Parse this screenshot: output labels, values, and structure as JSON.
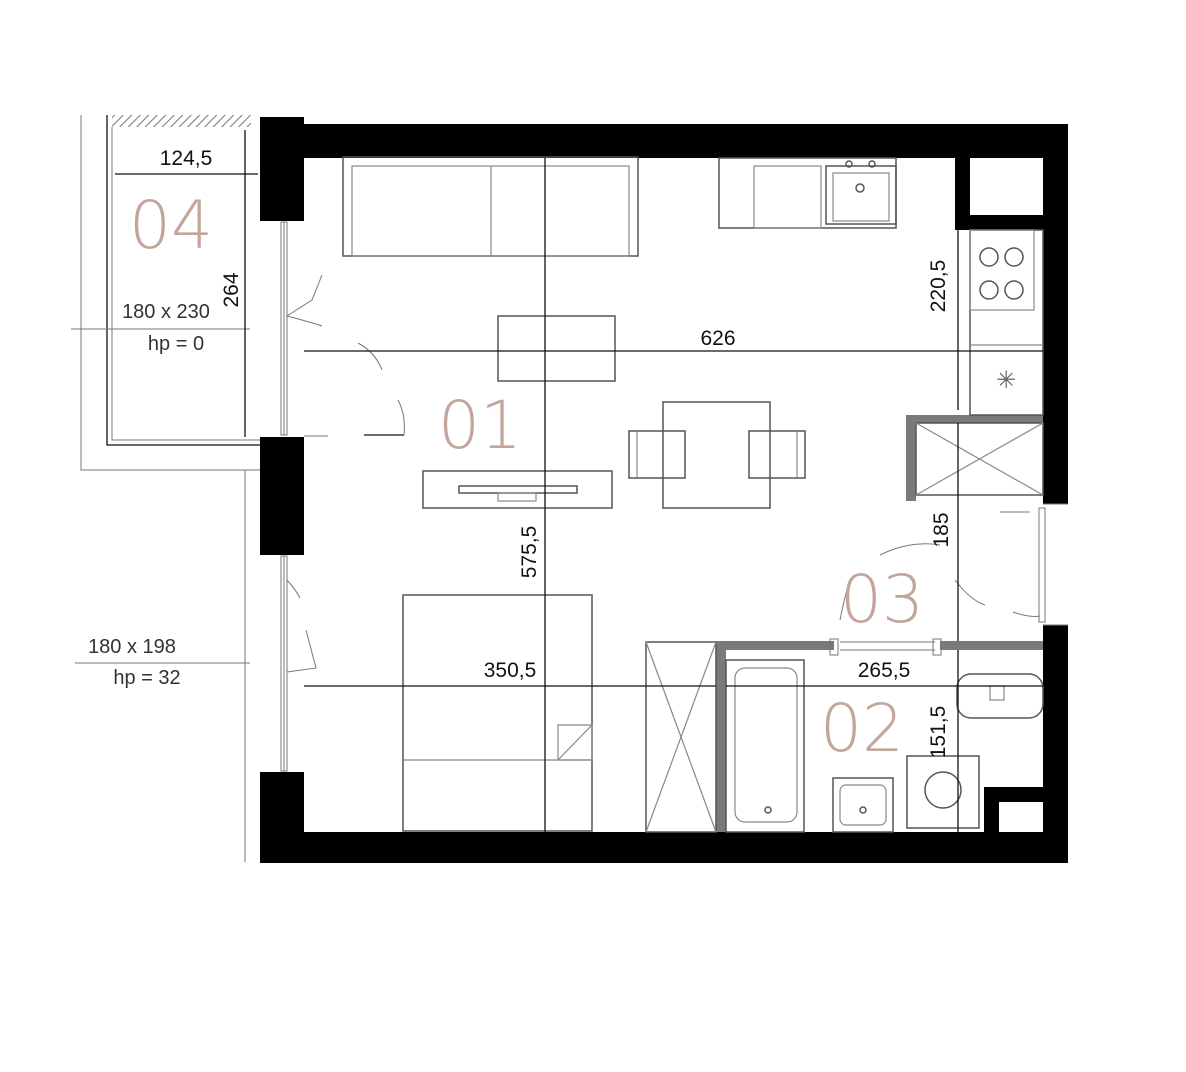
{
  "rooms": [
    {
      "id": "01",
      "label": "01"
    },
    {
      "id": "02",
      "label": "02"
    },
    {
      "id": "03",
      "label": "03"
    },
    {
      "id": "04",
      "label": "04"
    }
  ],
  "dimensions": {
    "balcony_width": "124,5",
    "balcony_height": "264",
    "room_width": "626",
    "room_height": "575,5",
    "kitchen_depth": "220,5",
    "hall_depth": "185",
    "left_width": "350,5",
    "bath_width": "265,5",
    "bath_depth": "151,5"
  },
  "windows": [
    {
      "size": "180 x 230",
      "hp": "hp = 0"
    },
    {
      "size": "180 x 198",
      "hp": "hp = 32"
    }
  ],
  "colors": {
    "room_label": "#c3a59b",
    "wall": "#000000",
    "partition": "#7a7a7a"
  }
}
